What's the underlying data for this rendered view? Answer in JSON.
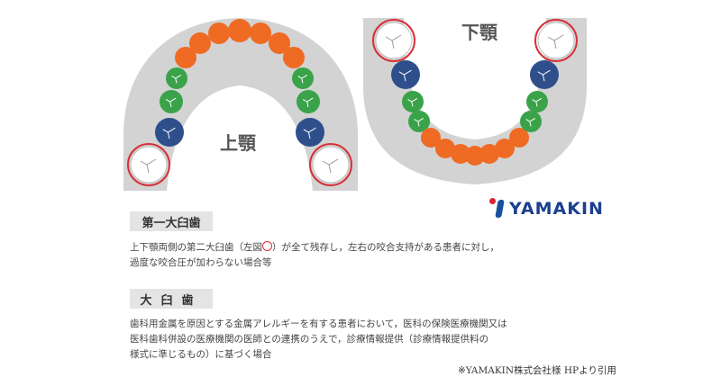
{
  "jaws": {
    "upper_label": "上顎",
    "lower_label": "下顎"
  },
  "legend_colors": {
    "incisor_canine": "#ef6a23",
    "premolar": "#3aa34a",
    "first_molar": "#2f4f8c",
    "second_molar": "#ffffff",
    "highlight_ring": "#d6313a",
    "arch": "#d3d3d3"
  },
  "logo": {
    "text": "YAMAKIN"
  },
  "sections": [
    {
      "title": "第一大臼歯",
      "body_lines": [
        "上下顎両側の第二大臼歯（左図",
        "）が全て残存し，左右の咬合支持がある患者に対し，",
        "過度な咬合圧が加わらない場合等"
      ]
    },
    {
      "title": "大臼歯",
      "body_lines": [
        "歯科用金属を原因とする金属アレルギーを有する患者において，医科の保険医療機関又は",
        "医科歯科併設の医療機関の医師との連携のうえで，診療情報提供（診療情報提供料の",
        "様式に準じるもの）に基づく場合"
      ]
    }
  ],
  "credit": "※YAMAKIN株式会社様 HPより引用"
}
